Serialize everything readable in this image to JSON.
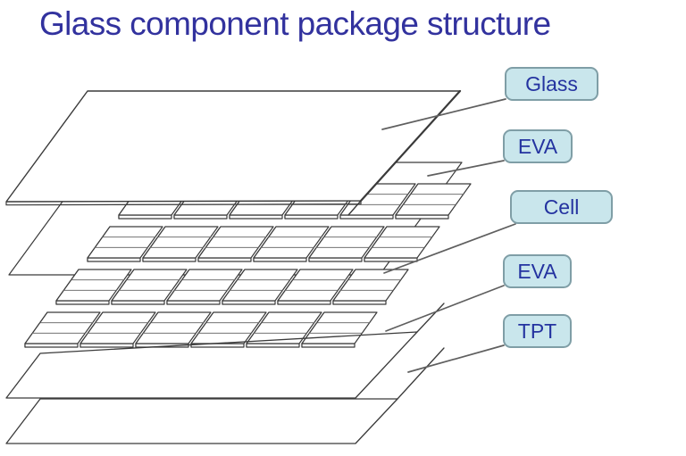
{
  "title": "Glass component package structure",
  "diagram": {
    "type": "exploded-layer-stack",
    "layers": [
      "Glass",
      "EVA",
      "Cell",
      "EVA",
      "TPT"
    ],
    "cell_grid": {
      "rows": 4,
      "columns": 6
    }
  },
  "labels": [
    {
      "id": "glass",
      "text": "Glass"
    },
    {
      "id": "eva-top",
      "text": "EVA"
    },
    {
      "id": "cell",
      "text": "Cell"
    },
    {
      "id": "eva-bottom",
      "text": "EVA"
    },
    {
      "id": "tpt",
      "text": "TPT"
    }
  ],
  "colors": {
    "background": "#ffffff",
    "title_text": "#32329e",
    "label_fill": "#c9e6ec",
    "label_border": "#7f9ea6",
    "label_text": "#2433a0",
    "diagram_line": "#3a3a3a",
    "cell_inner_line": "#5f5f5f",
    "leader_line": "#5f5f5f"
  }
}
